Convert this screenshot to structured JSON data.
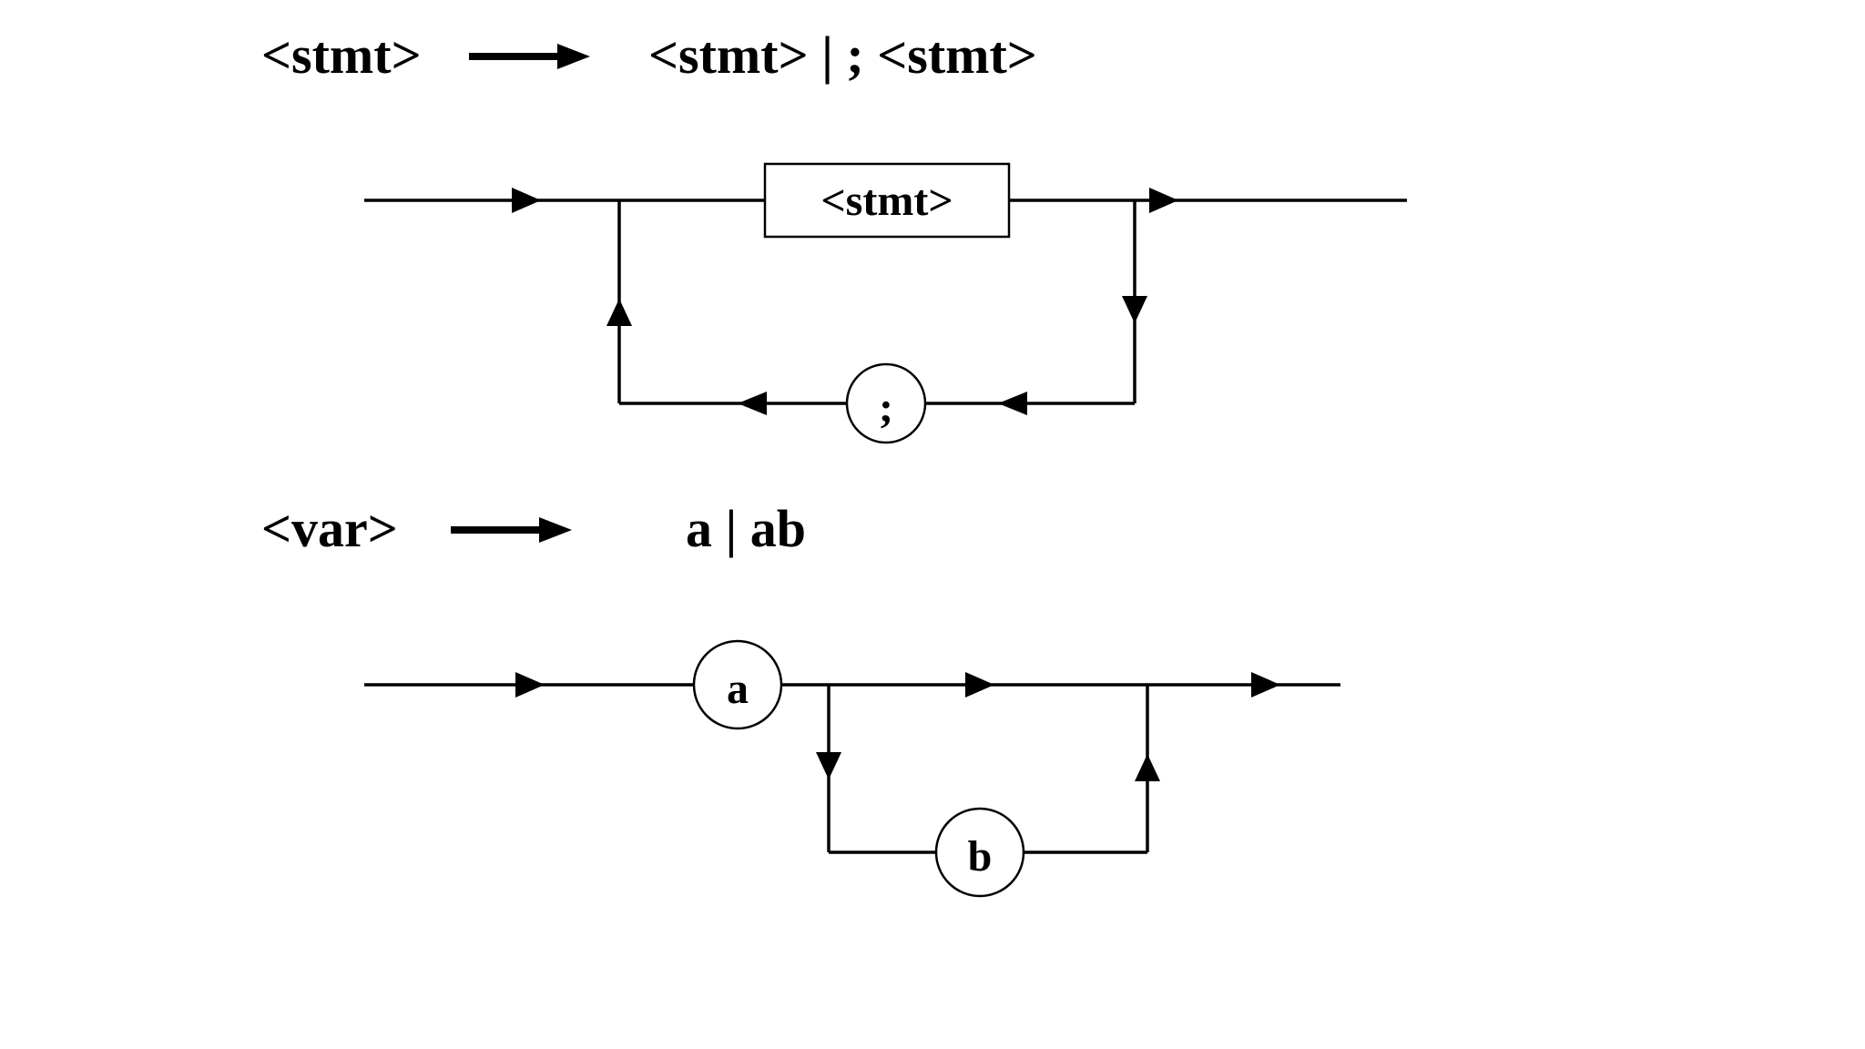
{
  "rule1": {
    "lhs": "<stmt>",
    "rhs": "<stmt> | ; <stmt>",
    "box_label": "<stmt>",
    "loop_label": ";"
  },
  "rule2": {
    "lhs": "<var>",
    "rhs": "a | ab",
    "node_a": "a",
    "node_b": "b"
  },
  "colors": {
    "ink": "#000000",
    "background": "#ffffff"
  }
}
